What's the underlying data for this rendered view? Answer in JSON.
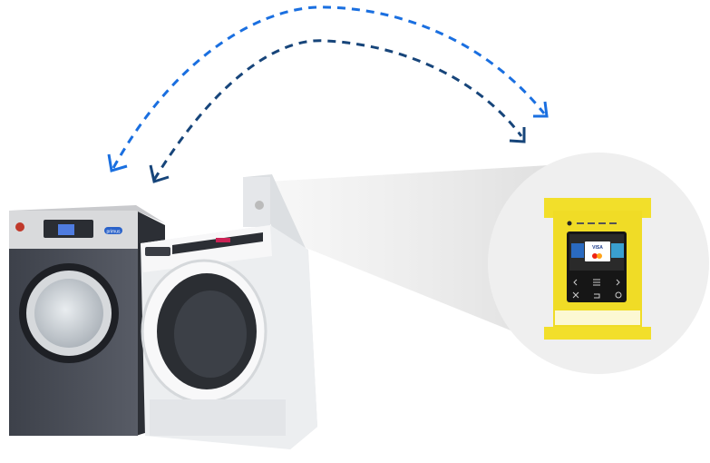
{
  "colors": {
    "arrow_light": "#1a6fe0",
    "arrow_dark": "#17457a",
    "terminal_yellow": "#f2df2a",
    "washer_dark": "#4a4e57",
    "washer_white": "#f1f2f3",
    "zoom_cone": "#e6e6e6"
  },
  "icons": [
    "arrow-bidirectional-light",
    "arrow-bidirectional-dark",
    "left-chevron",
    "menu",
    "right-chevron",
    "cancel",
    "back",
    "confirm"
  ],
  "logos": {
    "washer_brand": "primus",
    "card_brand": "VISA"
  }
}
